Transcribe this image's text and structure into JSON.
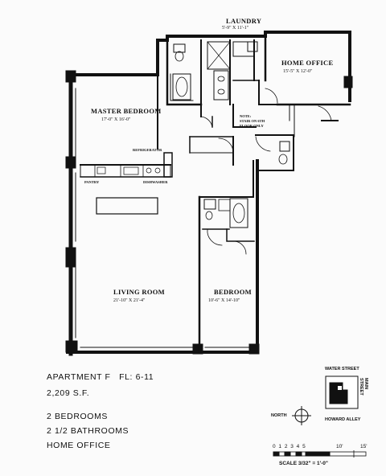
{
  "rooms": {
    "laundry": {
      "name": "LAUNDRY",
      "dim": "5'-9\" X 11'-1\""
    },
    "home_office": {
      "name": "HOME OFFICE",
      "dim": "15'-5\" X 12'-0\""
    },
    "master_bedroom": {
      "name": "MASTER BEDROOM",
      "dim": "17'-0\" X 16'-0\""
    },
    "living_room": {
      "name": "LIVING ROOM",
      "dim": "21'-10\" X 21'-4\""
    },
    "bedroom": {
      "name": "BEDROOM",
      "dim": "10'-6\" X 14'-10\""
    }
  },
  "labels": {
    "refrigerator": "REFRIGERATOR",
    "pantry": "PANTRY",
    "dishwasher": "DISHWASHER",
    "note_line1": "NOTE:",
    "note_line2": "STAIR ON 6TH",
    "note_line3": "FLOOR ONLY"
  },
  "info": {
    "apartment": "APARTMENT F",
    "floors": "FL: 6-11",
    "area": "2,209 S.F.",
    "bedrooms": "2 BEDROOMS",
    "bathrooms": "2 1/2 BATHROOMS",
    "office": "HOME OFFICE"
  },
  "keymap": {
    "water_street": "WATER STREET",
    "main_street": "MAIN STREET",
    "howard_alley": "HOWARD ALLEY",
    "north": "NORTH"
  },
  "scale": {
    "ticks": "0 1 2 3 4 5",
    "ten": "10'",
    "fifteen": "15'",
    "label": "SCALE 3/32\" = 1'-0\""
  }
}
